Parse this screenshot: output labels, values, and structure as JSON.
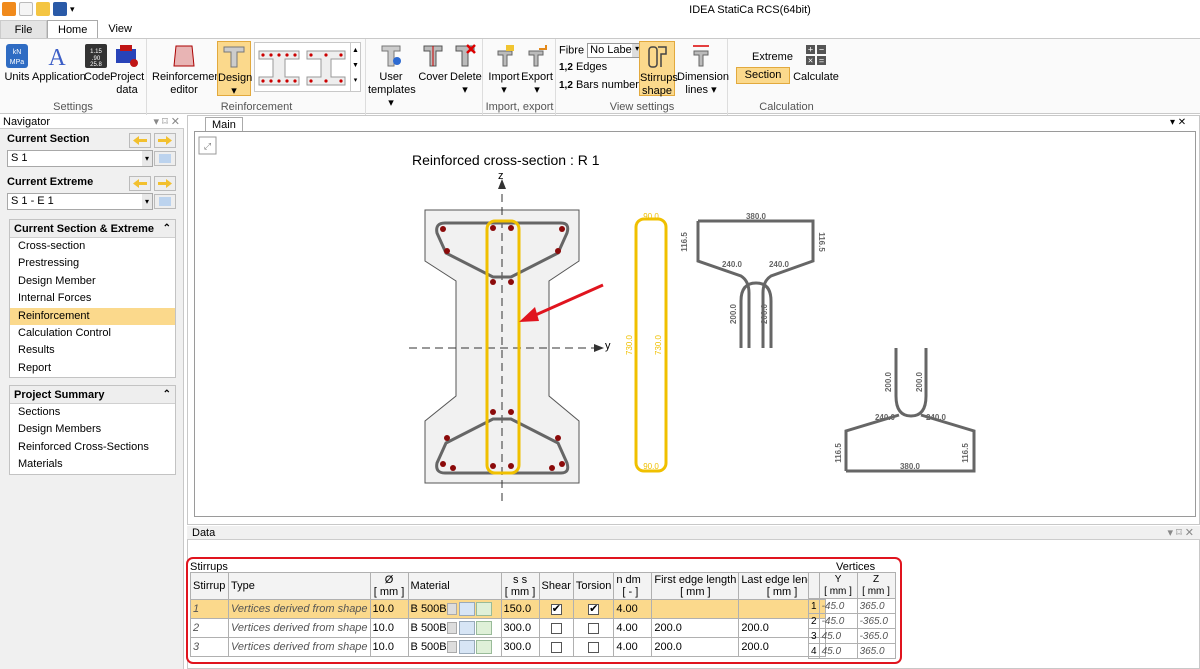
{
  "app": {
    "title": "IDEA StatiCa RCS(64bit)"
  },
  "tabs": [
    {
      "label": "File"
    },
    {
      "label": "Home"
    },
    {
      "label": "View"
    }
  ],
  "ribbon": {
    "settings": {
      "name": "Settings",
      "units": "Units",
      "application": "Application",
      "code": "Code",
      "project_data": "Project data"
    },
    "reinforcement": {
      "name": "Reinforcement",
      "editor": "Reinforcement editor",
      "design": "Design",
      "user_templates": "User templates",
      "cover": "Cover",
      "delete": "Delete"
    },
    "import_export": {
      "name": "Import, export",
      "import": "Import",
      "export": "Export"
    },
    "view_settings": {
      "name": "View settings",
      "fibre": "Fibre",
      "fibre_value": "No Label",
      "edges": "Edges",
      "bars_numbers": "Bars numbers",
      "stirrups_shape": "Stirrups shape",
      "dimension_lines": "Dimension lines",
      "num_icon": "1,2"
    },
    "calculation": {
      "name": "Calculation",
      "extreme": "Extreme",
      "section": "Section",
      "calculate": "Calculate"
    }
  },
  "navigator": {
    "title": "Navigator",
    "current_section_label": "Current Section",
    "current_section_value": "S 1",
    "current_extreme_label": "Current Extreme",
    "current_extreme_value": "S 1 - E 1",
    "section_extreme": {
      "title": "Current Section & Extreme",
      "items": [
        "Cross-section",
        "Prestressing",
        "Design Member",
        "Internal Forces",
        "Reinforcement",
        "Calculation Control",
        "Results",
        "Report"
      ]
    },
    "project_summary": {
      "title": "Project Summary",
      "items": [
        "Sections",
        "Design Members",
        "Reinforced Cross-Sections",
        "Materials"
      ]
    }
  },
  "main": {
    "tab": "Main",
    "drawing_title": "Reinforced cross-section : R 1",
    "axis_z": "z",
    "axis_y": "y",
    "shape1": {
      "top": "90.0",
      "bottom": "90.0",
      "left": "730.0",
      "inner": "730.0"
    },
    "shape2": {
      "top": "380.0",
      "left": "116.5",
      "right": "116.5",
      "slant_l": "240.0",
      "slant_r": "240.0",
      "leg_l": "200.0",
      "leg_r": "200.0"
    },
    "shape3": {
      "bottom": "380.0",
      "left": "116.5",
      "right": "116.5",
      "slant_l": "240.0",
      "slant_r": "240.0",
      "leg_l": "200.0",
      "leg_r": "200.0"
    }
  },
  "data": {
    "title": "Data",
    "stirrups_label": "Stirrups",
    "headers": {
      "stirrup": "Stirrup",
      "type": "Type",
      "diameter": "Ø",
      "diameter_unit": "[ mm ]",
      "material": "Material",
      "ss": "s s",
      "ss_unit": "[ mm ]",
      "shear": "Shear",
      "torsion": "Torsion",
      "ndm": "n dm",
      "ndm_unit": "[ - ]",
      "first_edge": "First edge length",
      "first_unit": "[ mm ]",
      "last_edge": "Last edge length",
      "last_unit": "[ mm ]"
    },
    "rows": [
      {
        "n": "1",
        "type": "Vertices derived from shape",
        "d": "10.0",
        "mat": "B 500B",
        "ss": "150.0",
        "shear": true,
        "torsion": true,
        "ndm": "4.00",
        "first": "",
        "last": ""
      },
      {
        "n": "2",
        "type": "Vertices derived from shape",
        "d": "10.0",
        "mat": "B 500B",
        "ss": "300.0",
        "shear": false,
        "torsion": false,
        "ndm": "4.00",
        "first": "200.0",
        "last": "200.0"
      },
      {
        "n": "3",
        "type": "Vertices derived from shape",
        "d": "10.0",
        "mat": "B 500B",
        "ss": "300.0",
        "shear": false,
        "torsion": false,
        "ndm": "4.00",
        "first": "200.0",
        "last": "200.0"
      }
    ],
    "vertices": {
      "title": "Vertices",
      "y": "Y",
      "z": "Z",
      "unit": "[ mm ]",
      "rows": [
        {
          "n": "1",
          "y": "-45.0",
          "z": "365.0"
        },
        {
          "n": "2",
          "y": "-45.0",
          "z": "-365.0"
        },
        {
          "n": "3",
          "y": "45.0",
          "z": "-365.0"
        },
        {
          "n": "4",
          "y": "45.0",
          "z": "365.0"
        }
      ]
    }
  }
}
